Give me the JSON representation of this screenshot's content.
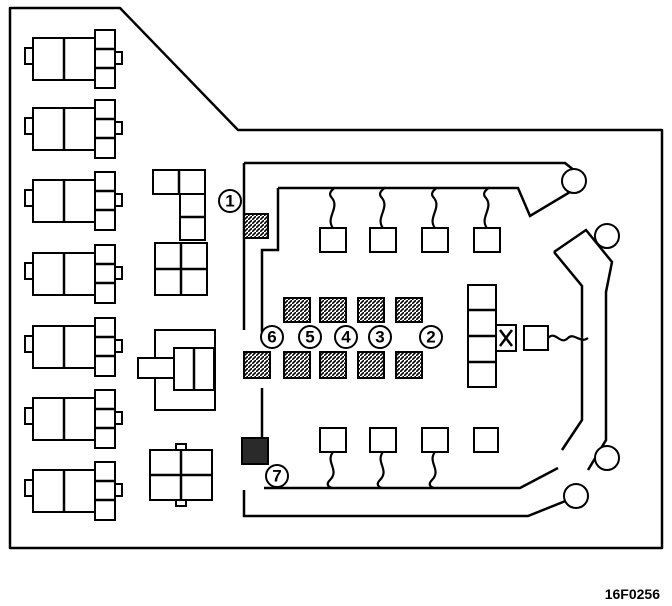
{
  "callouts": [
    "1",
    "2",
    "3",
    "4",
    "5",
    "6",
    "7"
  ],
  "figure_code": "16F0256",
  "colors": {
    "ink": "#000000",
    "paper": "#ffffff"
  }
}
